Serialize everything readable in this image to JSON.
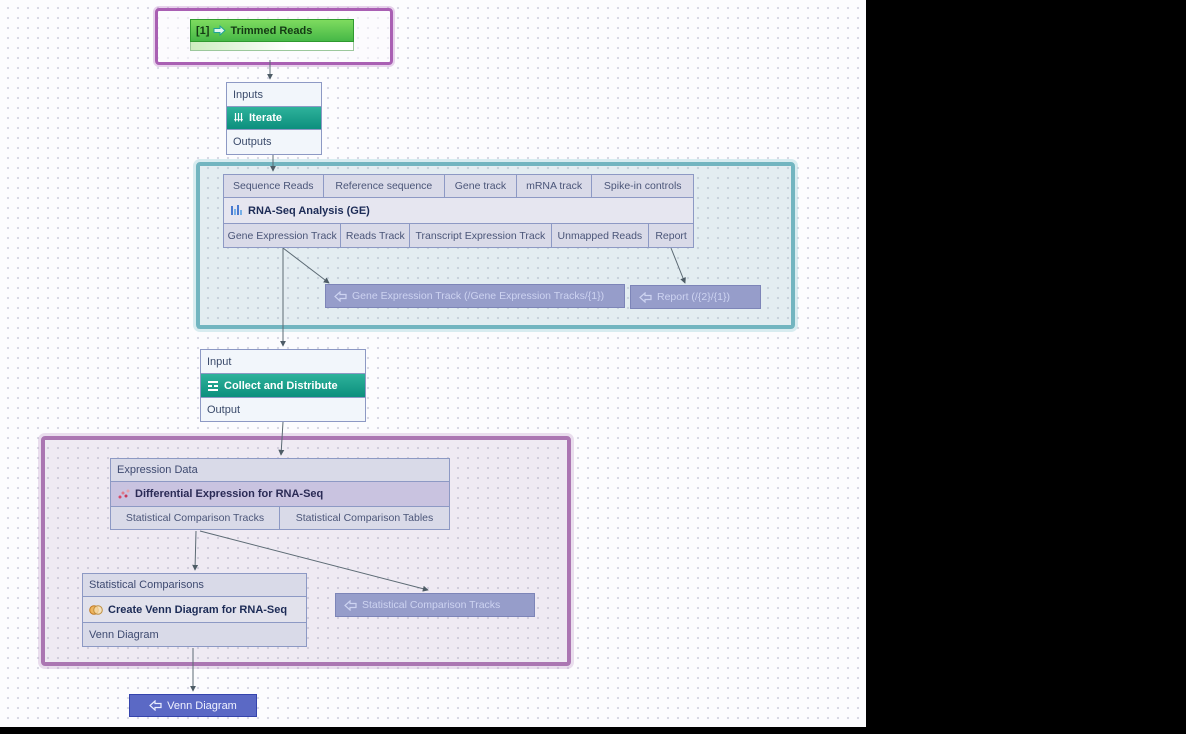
{
  "workflow": {
    "input_node": {
      "index": "[1]",
      "label": "Trimmed Reads"
    },
    "iterate": {
      "inputs_label": "Inputs",
      "title": "Iterate",
      "outputs_label": "Outputs"
    },
    "rnaseq": {
      "inputs": [
        "Sequence Reads",
        "Reference sequence",
        "Gene track",
        "mRNA track",
        "Spike-in controls"
      ],
      "title": "RNA-Seq Analysis (GE)",
      "outputs": [
        "Gene Expression Track",
        "Reads Track",
        "Transcript Expression Track",
        "Unmapped Reads",
        "Report"
      ]
    },
    "collect": {
      "input_label": "Input",
      "title": "Collect and Distribute",
      "output_label": "Output"
    },
    "diffexp": {
      "input": "Expression Data",
      "title": "Differential Expression for RNA-Seq",
      "outputs": [
        "Statistical Comparison Tracks",
        "Statistical Comparison Tables"
      ]
    },
    "venn": {
      "input": "Statistical Comparisons",
      "title": "Create Venn Diagram for RNA-Seq",
      "output": "Venn Diagram"
    },
    "output_elements": {
      "gene_expression": "Gene Expression Track (/Gene Expression Tracks/{1})",
      "report": "Report (/{2}/{1})",
      "stat_tracks": "Statistical Comparison Tracks",
      "venn": "Venn Diagram"
    }
  },
  "icons": {
    "input_arrow": "arrow-right",
    "output_arrow": "arrow-left",
    "iterate": "three-down-arrows",
    "collect": "collect-grid",
    "rnaseq": "bar-chart",
    "diffexp": "scatter-dots",
    "venn": "overlapping-circles"
  },
  "colors": {
    "teal_group_border": "#72b5c0",
    "purple_group_border": "#ab76b2",
    "selection_border": "#a95fb3",
    "process_teal": "#17a18a",
    "output_button": "#969dca",
    "venn_button": "#5b69c5",
    "input_green": "#4db84d",
    "arrow": "#5c6a74"
  }
}
